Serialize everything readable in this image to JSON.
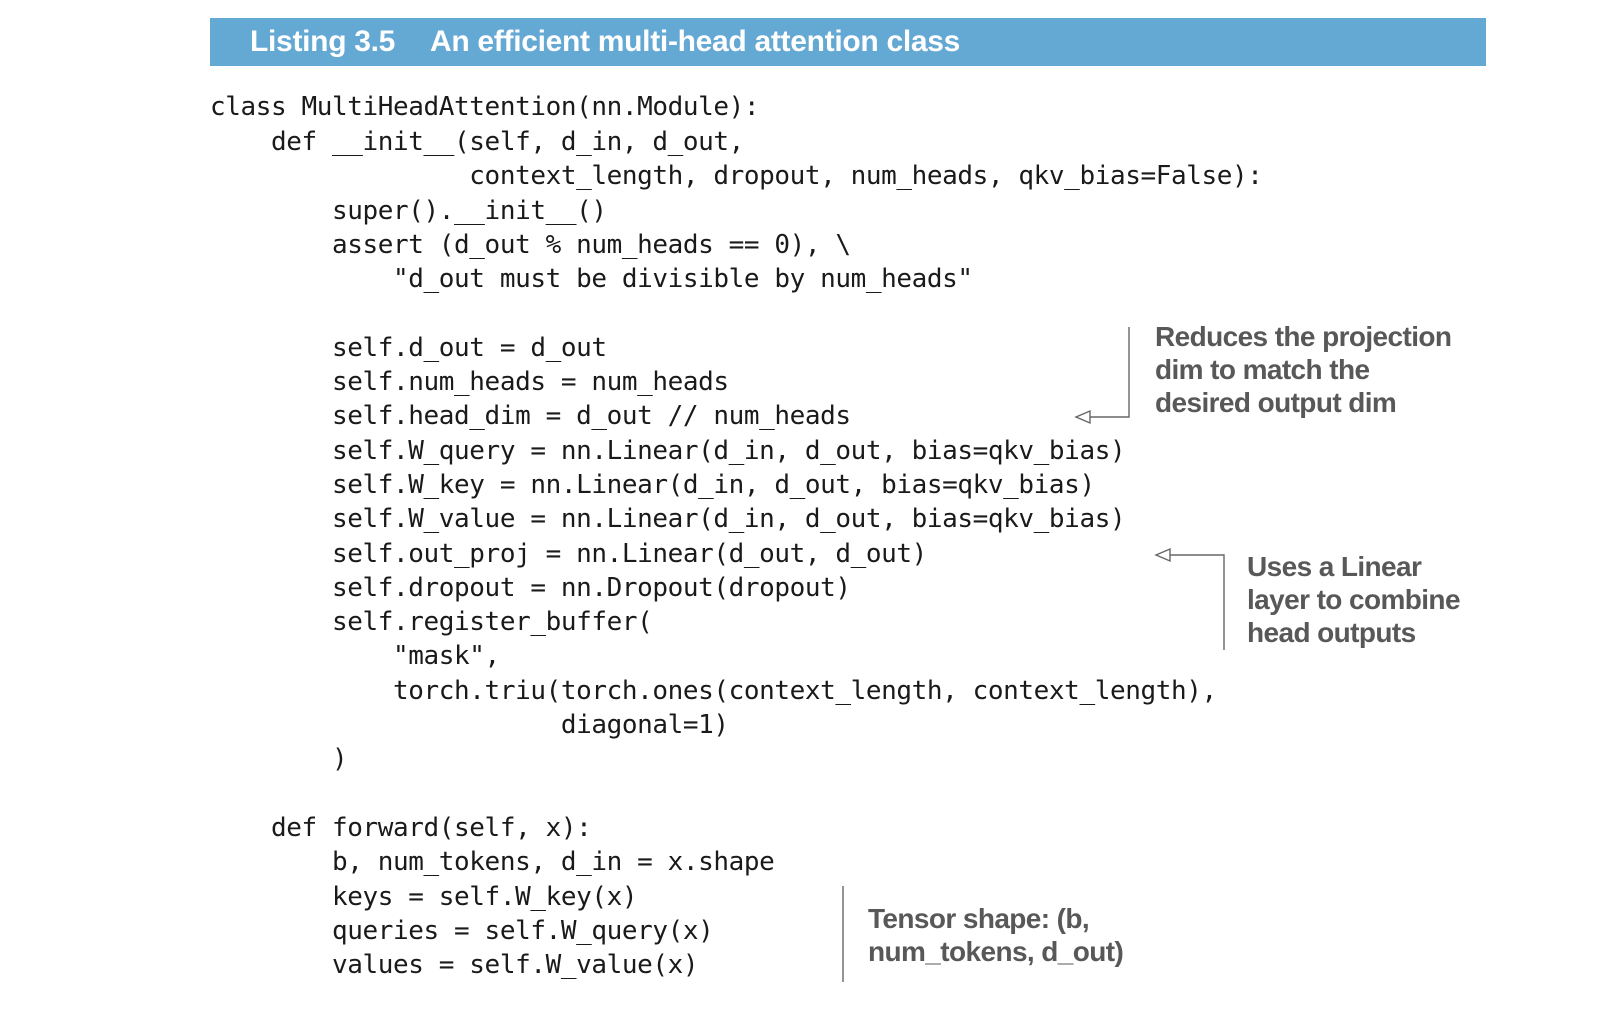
{
  "listing": {
    "label": "Listing 3.5",
    "title": "An efficient multi-head attention class",
    "banner_color": "#64a8d4"
  },
  "code_lines": [
    "class MultiHeadAttention(nn.Module):",
    "    def __init__(self, d_in, d_out,",
    "                 context_length, dropout, num_heads, qkv_bias=False):",
    "        super().__init__()",
    "        assert (d_out % num_heads == 0), \\",
    "            \"d_out must be divisible by num_heads\"",
    "",
    "        self.d_out = d_out",
    "        self.num_heads = num_heads",
    "        self.head_dim = d_out // num_heads",
    "        self.W_query = nn.Linear(d_in, d_out, bias=qkv_bias)",
    "        self.W_key = nn.Linear(d_in, d_out, bias=qkv_bias)",
    "        self.W_value = nn.Linear(d_in, d_out, bias=qkv_bias)",
    "        self.out_proj = nn.Linear(d_out, d_out)",
    "        self.dropout = nn.Dropout(dropout)",
    "        self.register_buffer(",
    "            \"mask\",",
    "            torch.triu(torch.ones(context_length, context_length),",
    "                       diagonal=1)",
    "        )",
    "",
    "    def forward(self, x):",
    "        b, num_tokens, d_in = x.shape",
    "        keys = self.W_key(x)",
    "        queries = self.W_query(x)",
    "        values = self.W_value(x)"
  ],
  "annotations": {
    "projection": [
      "Reduces the projection",
      "dim to match the",
      "desired output dim"
    ],
    "linear": [
      "Uses a Linear",
      "layer to combine",
      "head outputs"
    ],
    "tensor": [
      "Tensor shape: (b,",
      "num_tokens, d_out)"
    ]
  }
}
